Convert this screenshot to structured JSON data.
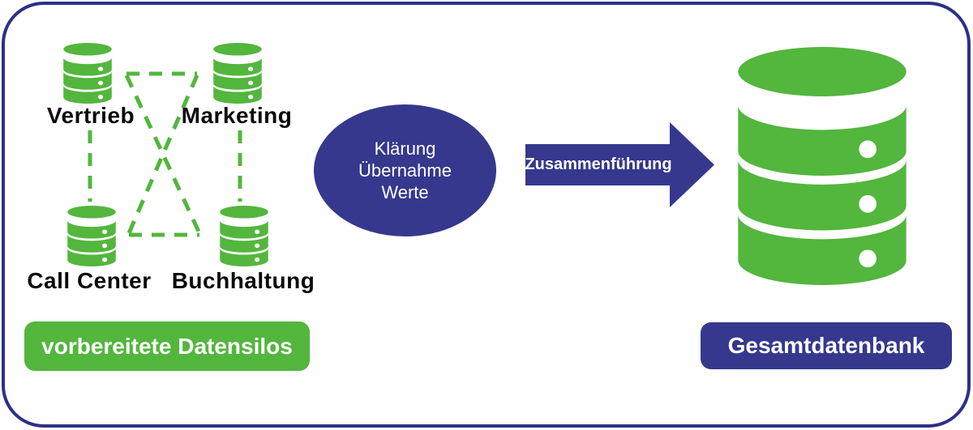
{
  "diagram": {
    "silos": [
      {
        "label": "Vertrieb",
        "icon": "database-icon"
      },
      {
        "label": "Marketing",
        "icon": "database-icon"
      },
      {
        "label": "Call Center",
        "icon": "database-icon"
      },
      {
        "label": "Buchhaltung",
        "icon": "database-icon"
      }
    ],
    "process": {
      "lines": [
        "Klärung",
        "Übernahme",
        "Werte"
      ]
    },
    "arrow": {
      "label": "Zusammenführung"
    },
    "captions": {
      "left": "vorbereitete Datensilos",
      "right": "Gesamtdatenbank"
    },
    "right_database": {
      "icon": "database-icon"
    },
    "colors": {
      "green": "#53b63d",
      "blue": "#35388c",
      "border": "#2b3088",
      "text": "#0a0a0a"
    }
  }
}
